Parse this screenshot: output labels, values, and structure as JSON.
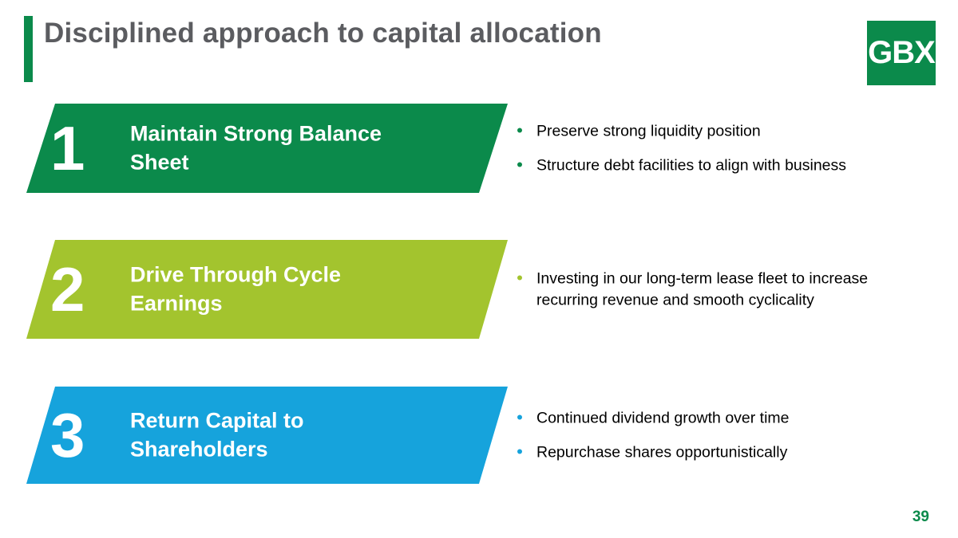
{
  "slide": {
    "title": "Disciplined approach to capital allocation",
    "page_number": "39",
    "accent_color": "#0b8a4b",
    "title_color": "#5b5c60",
    "background_color": "#ffffff"
  },
  "logo": {
    "text": "GBX",
    "background_color": "#0b8a4b",
    "text_color": "#ffffff"
  },
  "pillars": [
    {
      "number": "1",
      "label": "Maintain Strong Balance Sheet",
      "color": "#0b8a4b",
      "bullets": [
        "Preserve strong liquidity position",
        "Structure debt facilities to align with business"
      ]
    },
    {
      "number": "2",
      "label": "Drive Through Cycle Earnings",
      "color": "#a3c42e",
      "bullets": [
        "Investing in our long-term lease fleet to increase recurring revenue and smooth cyclicality"
      ]
    },
    {
      "number": "3",
      "label": "Return Capital to Shareholders",
      "color": "#16a3dc",
      "bullets": [
        "Continued dividend growth over time",
        "Repurchase shares opportunistically"
      ]
    }
  ]
}
